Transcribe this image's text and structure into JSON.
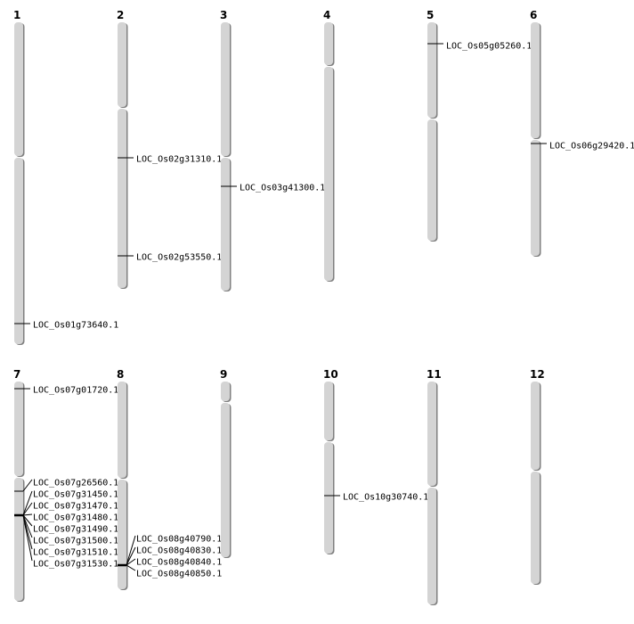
{
  "chromosomes": [
    {
      "name": "1",
      "genes": [
        "LOC_Os01g73640.1"
      ]
    },
    {
      "name": "2",
      "genes": [
        "LOC_Os02g31310.1",
        "LOC_Os02g53550.1"
      ]
    },
    {
      "name": "3",
      "genes": [
        "LOC_Os03g41300.1"
      ]
    },
    {
      "name": "4",
      "genes": []
    },
    {
      "name": "5",
      "genes": [
        "LOC_Os05g05260.1"
      ]
    },
    {
      "name": "6",
      "genes": [
        "LOC_Os06g29420.1"
      ]
    },
    {
      "name": "7",
      "genes": [
        "LOC_Os07g01720.1",
        "LOC_Os07g26560.1",
        "LOC_Os07g31450.1",
        "LOC_Os07g31470.1",
        "LOC_Os07g31480.1",
        "LOC_Os07g31490.1",
        "LOC_Os07g31500.1",
        "LOC_Os07g31510.1",
        "LOC_Os07g31530.1"
      ]
    },
    {
      "name": "8",
      "genes": [
        "LOC_Os08g40790.1",
        "LOC_Os08g40830.1",
        "LOC_Os08g40840.1",
        "LOC_Os08g40850.1"
      ]
    },
    {
      "name": "9",
      "genes": []
    },
    {
      "name": "10",
      "genes": [
        "LOC_Os10g30740.1"
      ]
    },
    {
      "name": "11",
      "genes": []
    },
    {
      "name": "12",
      "genes": []
    }
  ],
  "colors": {
    "chromosome": "#d4d4d4",
    "shadow": "#808080",
    "marker": "#000000"
  }
}
